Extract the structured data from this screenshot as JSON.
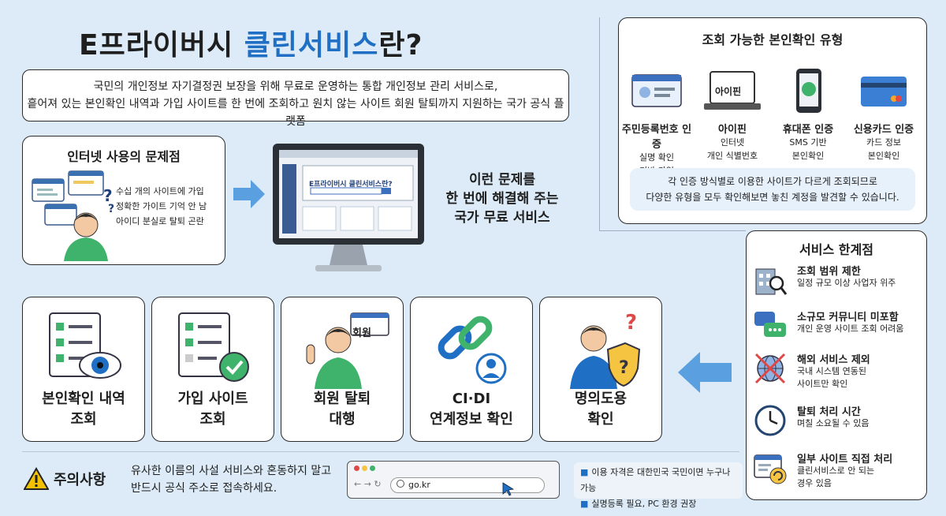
{
  "title": {
    "part1": "E프라이버시 ",
    "highlight": "클린서비스",
    "part2": "란?"
  },
  "intro": {
    "line1": "국민의 개인정보 자기결정권 보장을 위해 무료로 운영하는 통합 개인정보 관리 서비스로,",
    "line2": "흩어져 있는 본인확인 내역과 가입 사이트를 한 번에 조회하고 원치 않는 사이트 회원 탈퇴까지 지원하는 국가 공식 플랫폼"
  },
  "problem": {
    "title": "인터넷 사용의 문제점",
    "lines": [
      "수십 개의 사이트에 가입",
      "정확한 가이트 기억 안 남",
      "아이디 분실로 탈퇴 곤란"
    ]
  },
  "monitor": {
    "screen_title": "E프라이버시 클린서비스란?"
  },
  "solution": {
    "lines": [
      "이런 문제를",
      "한 번에 해결해 주는",
      "국가 무료 서비스"
    ]
  },
  "types": {
    "title": "조회 가능한 본인확인 유형",
    "items": [
      {
        "name": "주민등록번호 인증",
        "d1": "실명 확인",
        "d2": "기반 가입",
        "icon": "id-card-icon"
      },
      {
        "name": "아이핀",
        "d1": "인터넷",
        "d2": "개인 식별번호",
        "icon": "laptop-icon",
        "screen": "아이핀"
      },
      {
        "name": "휴대폰 인증",
        "d1": "SMS 기반",
        "d2": "본인확인",
        "icon": "phone-icon"
      },
      {
        "name": "신용카드 인증",
        "d1": "카드 정보",
        "d2": "본인확인",
        "icon": "credit-card-icon"
      }
    ],
    "note1": "각 인증 방식별로 이용한 사이트가 다르게 조회되므로",
    "note2": "다양한 유형을 모두 확인해보면 놓친 계정을 발견할 수 있습니다."
  },
  "limits": {
    "title": "서비스 한계점",
    "items": [
      {
        "title": "조회 범위 제한",
        "desc1": "일정 규모 이상 사업자 위주",
        "desc2": "",
        "icon": "building-search-icon"
      },
      {
        "title": "소규모 커뮤니티 미포함",
        "desc1": "개인 운영 사이트 조회 어려움",
        "desc2": "",
        "icon": "chat-icon"
      },
      {
        "title": "해외 서비스 제외",
        "desc1": "국내 시스템 연동된",
        "desc2": "사이트만 확인",
        "icon": "globe-cross-icon"
      },
      {
        "title": "탈퇴 처리 시간",
        "desc1": "며칠 소요될 수 있음",
        "desc2": "",
        "icon": "clock-icon"
      },
      {
        "title": "일부 사이트 직접 처리",
        "desc1": "클린서비스로 안 되는",
        "desc2": "경우 있음",
        "icon": "window-refresh-icon"
      }
    ]
  },
  "features": [
    {
      "l1": "본인확인 내역",
      "l2": "조회"
    },
    {
      "l1": "가입 사이트",
      "l2": "조회"
    },
    {
      "l1": "회원 탈퇴",
      "l2": "대행",
      "badge": "회원"
    },
    {
      "l1": "CI·DI",
      "l2": "연계정보 확인"
    },
    {
      "l1": "명의도용",
      "l2": "확인"
    }
  ],
  "warning": {
    "title": "주의사항",
    "line1": "유사한 이름의 사설 서비스와 혼동하지 말고",
    "line2": "반드시 공식 주소로 접속하세요.",
    "url": "go.kr",
    "notes": [
      "이용 자격은 대한민국 국민이면 누구나 가능",
      "실명등록 필요, PC 환경 권장"
    ]
  },
  "colors": {
    "accent": "#1f6fc4",
    "arrow": "#5aa0e0",
    "bg": "#dcebf7",
    "warn": "#f2c200"
  }
}
